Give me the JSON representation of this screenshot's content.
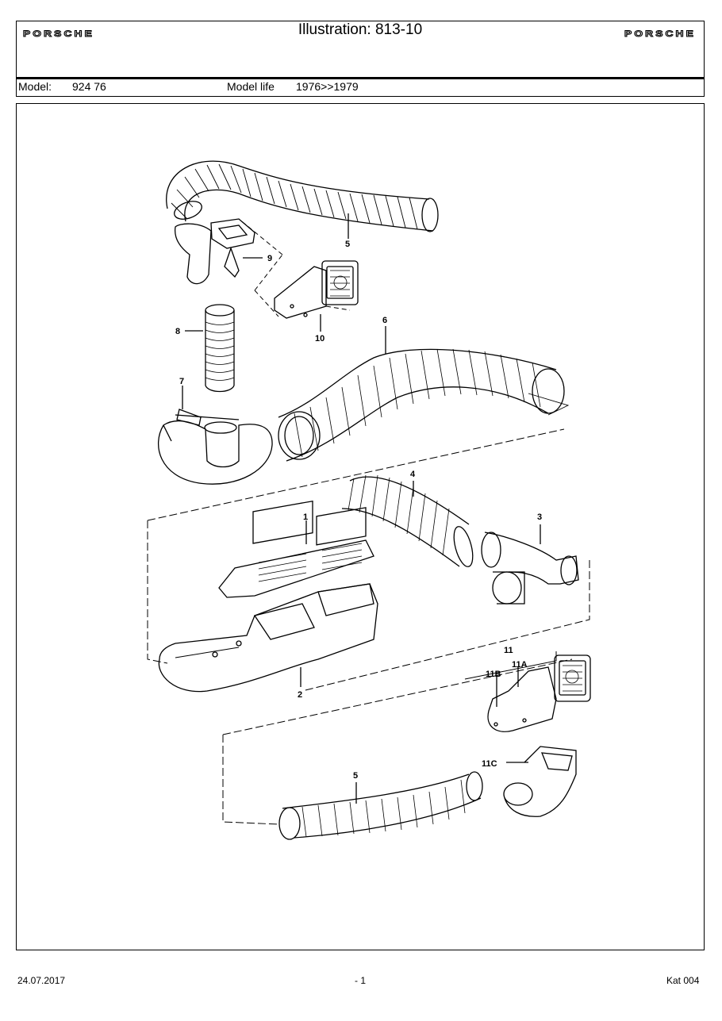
{
  "header": {
    "brand_left": "PORSCHE",
    "brand_right": "PORSCHE",
    "title": "Illustration: 813-10"
  },
  "model": {
    "model_label": "Model:",
    "model_value": "924 76",
    "life_label": "Model life",
    "life_value": "1976>>1979"
  },
  "callouts": {
    "c1": "1",
    "c2": "2",
    "c3": "3",
    "c4": "4",
    "c5a": "5",
    "c5b": "5",
    "c6": "6",
    "c7": "7",
    "c8": "8",
    "c9": "9",
    "c10": "10",
    "c11": "11",
    "c11a": "11A",
    "c11b": "11B",
    "c11c": "11C"
  },
  "footer": {
    "date": "24.07.2017",
    "page": "- 1",
    "catalog": "Kat 004"
  }
}
